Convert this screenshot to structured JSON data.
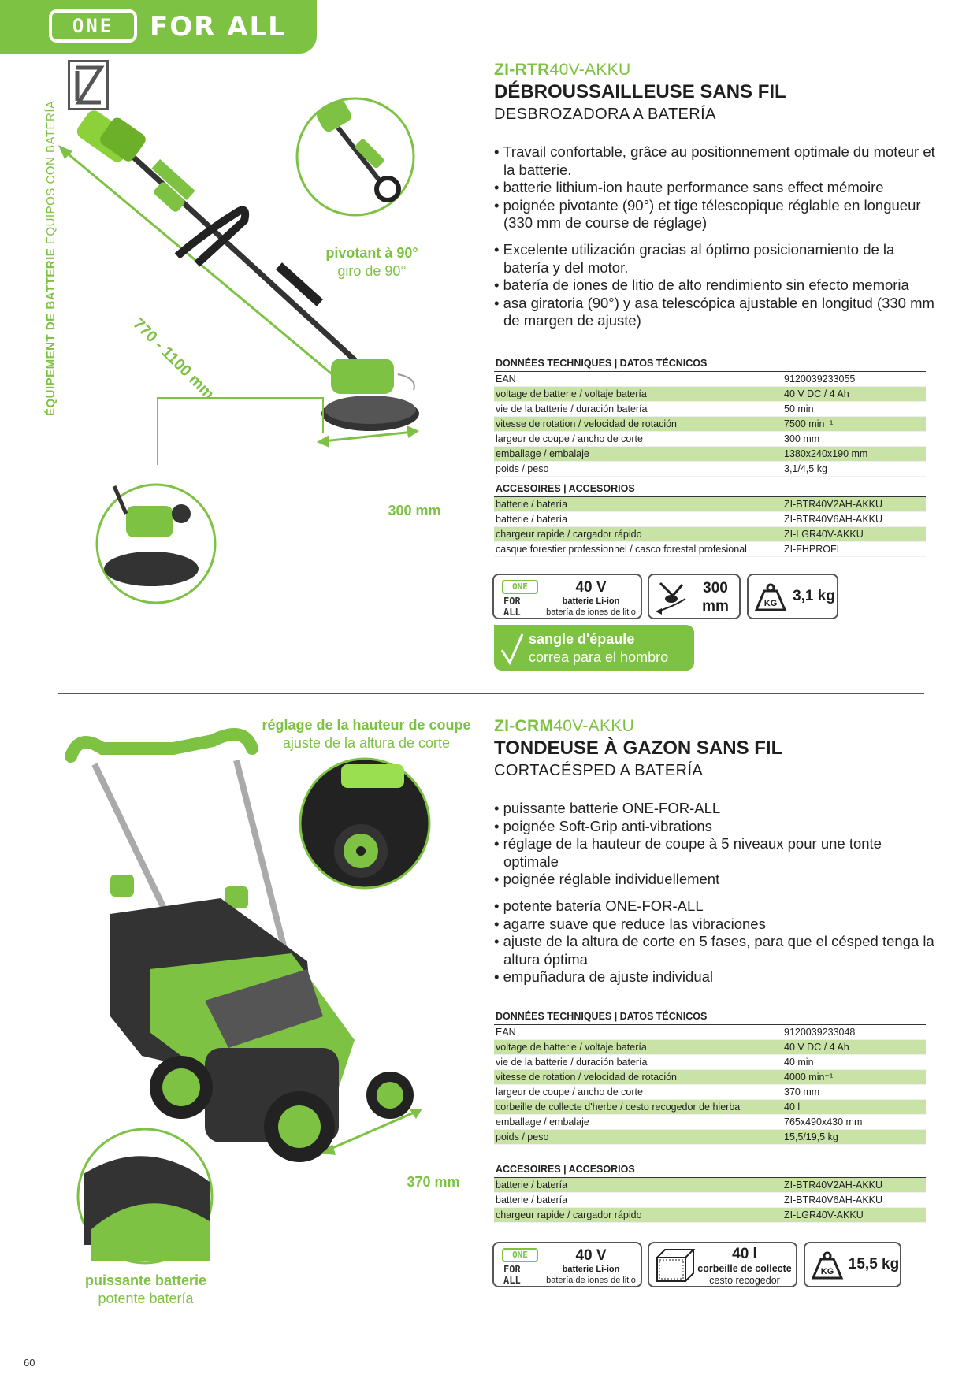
{
  "brand": {
    "logo_one": "ONE",
    "logo_forall": "FOR ALL"
  },
  "category": {
    "bold": "ÉQUIPEMENT DE BATTERIE",
    "regular": "EQUIPOS CON BATERÍA"
  },
  "product1": {
    "code_bold": "ZI-RTR",
    "code_rest": "40V-AKKU",
    "title_fr": "DÉBROUSSAILLEUSE SANS FIL",
    "title_es": "DESBROZADORA A BATERÍA",
    "bullets_fr": [
      "Travail confortable, grâce au positionnement optimale du moteur et la batterie.",
      "batterie lithium-ion haute performance sans effect mémoire",
      "poignée pivotante (90°) et tige télescopique réglable en longueur (330 mm de course de réglage)"
    ],
    "bullets_es": [
      "Excelente utilización gracias al óptimo posicionamiento de la batería y del motor.",
      "batería de iones de litio de alto rendimiento sin efecto memoria",
      "asa giratoria (90°) y asa telescópica ajustable en longitud (330 mm de margen de ajuste)"
    ],
    "tech_header": "DONNÉES TECHNIQUES | DATOS TÉCNICOS",
    "tech": [
      {
        "label": "EAN",
        "value": "9120039233055"
      },
      {
        "label": "voltage de batterie / voltaje batería",
        "value": "40 V DC / 4 Ah"
      },
      {
        "label": "vie de la batterie / duración batería",
        "value": "50 min"
      },
      {
        "label": "vitesse de rotation / velocidad de rotación",
        "value": "7500 min⁻¹"
      },
      {
        "label": "largeur de coupe / ancho de corte",
        "value": "300 mm"
      },
      {
        "label": "emballage / embalaje",
        "value": "1380x240x190 mm"
      },
      {
        "label": "poids / peso",
        "value": "3,1/4,5 kg"
      }
    ],
    "acc_header": "ACCESOIRES | ACCESORIOS",
    "accessories": [
      {
        "label": "batterie / batería",
        "value": "ZI-BTR40V2AH-AKKU"
      },
      {
        "label": "batterie / batería",
        "value": "ZI-BTR40V6AH-AKKU"
      },
      {
        "label": "chargeur rapide / cargador rápido",
        "value": "ZI-LGR40V-AKKU"
      },
      {
        "label": "casque forestier professionnel / casco forestal profesional",
        "value": "ZI-FHPROFI"
      }
    ],
    "badges": {
      "voltage": "40 V",
      "battery_fr": "batterie Li-ion",
      "battery_es": "batería de iones de litio",
      "cut_value": "300",
      "cut_unit": "mm",
      "kg_label": "KG",
      "weight": "3,1 kg"
    },
    "shoulder_fr": "sangle d'épaule",
    "shoulder_es": "correa para el hombro",
    "callout_pivot_fr": "pivotant à 90°",
    "callout_pivot_es": "giro de 90°",
    "length_label": "770 - 1100 mm",
    "width_label": "300 mm"
  },
  "product2": {
    "code_bold": "ZI-CRM",
    "code_rest": "40V-AKKU",
    "title_fr": "TONDEUSE À GAZON SANS FIL",
    "title_es": "CORTACÉSPED A BATERÍA",
    "bullets_fr": [
      "puissante batterie ONE-FOR-ALL",
      "poignée Soft-Grip anti-vibrations",
      "réglage de la hauteur de coupe à 5 niveaux pour une tonte optimale",
      "poignée réglable individuellement"
    ],
    "bullets_es": [
      "potente batería ONE-FOR-ALL",
      "agarre suave que reduce las vibraciones",
      "ajuste de la altura de corte en 5 fases, para que el césped tenga la altura óptima",
      "empuñadura de ajuste individual"
    ],
    "tech_header": "DONNÉES TECHNIQUES | DATOS TÉCNICOS",
    "tech": [
      {
        "label": "EAN",
        "value": "9120039233048"
      },
      {
        "label": "voltage de batterie / voltaje batería",
        "value": "40 V DC / 4 Ah"
      },
      {
        "label": "vie de la batterie / duración batería",
        "value": "40 min"
      },
      {
        "label": "vitesse de rotation / velocidad de rotación",
        "value": "4000 min⁻¹"
      },
      {
        "label": "largeur de coupe / ancho de corte",
        "value": "370 mm"
      },
      {
        "label": "corbeille de collecte d'herbe / cesto recogedor de hierba",
        "value": "40 l"
      },
      {
        "label": "emballage / embalaje",
        "value": "765x490x430 mm"
      },
      {
        "label": "poids / peso",
        "value": "15,5/19,5 kg"
      }
    ],
    "acc_header": "ACCESOIRES | ACCESORIOS",
    "accessories": [
      {
        "label": "batterie / batería",
        "value": "ZI-BTR40V2AH-AKKU"
      },
      {
        "label": "batterie / batería",
        "value": "ZI-BTR40V6AH-AKKU"
      },
      {
        "label": "chargeur rapide / cargador rápido",
        "value": "ZI-LGR40V-AKKU"
      }
    ],
    "badges": {
      "voltage": "40 V",
      "battery_fr": "batterie Li-ion",
      "battery_es": "batería de iones de litio",
      "basket_value": "40 l",
      "basket_fr": "corbeille de collecte",
      "basket_es": "cesto recogedor",
      "kg_label": "KG",
      "weight": "15,5 kg"
    },
    "callout_height_fr": "réglage de la hauteur de coupe",
    "callout_height_es": "ajuste de la altura de corte",
    "callout_battery_fr": "puissante batterie",
    "callout_battery_es": "potente batería",
    "width_label": "370 mm"
  },
  "page_number": "60",
  "colors": {
    "accent": "#7dc242",
    "row_alt": "#c9e3a6",
    "text": "#1e1e1e"
  }
}
